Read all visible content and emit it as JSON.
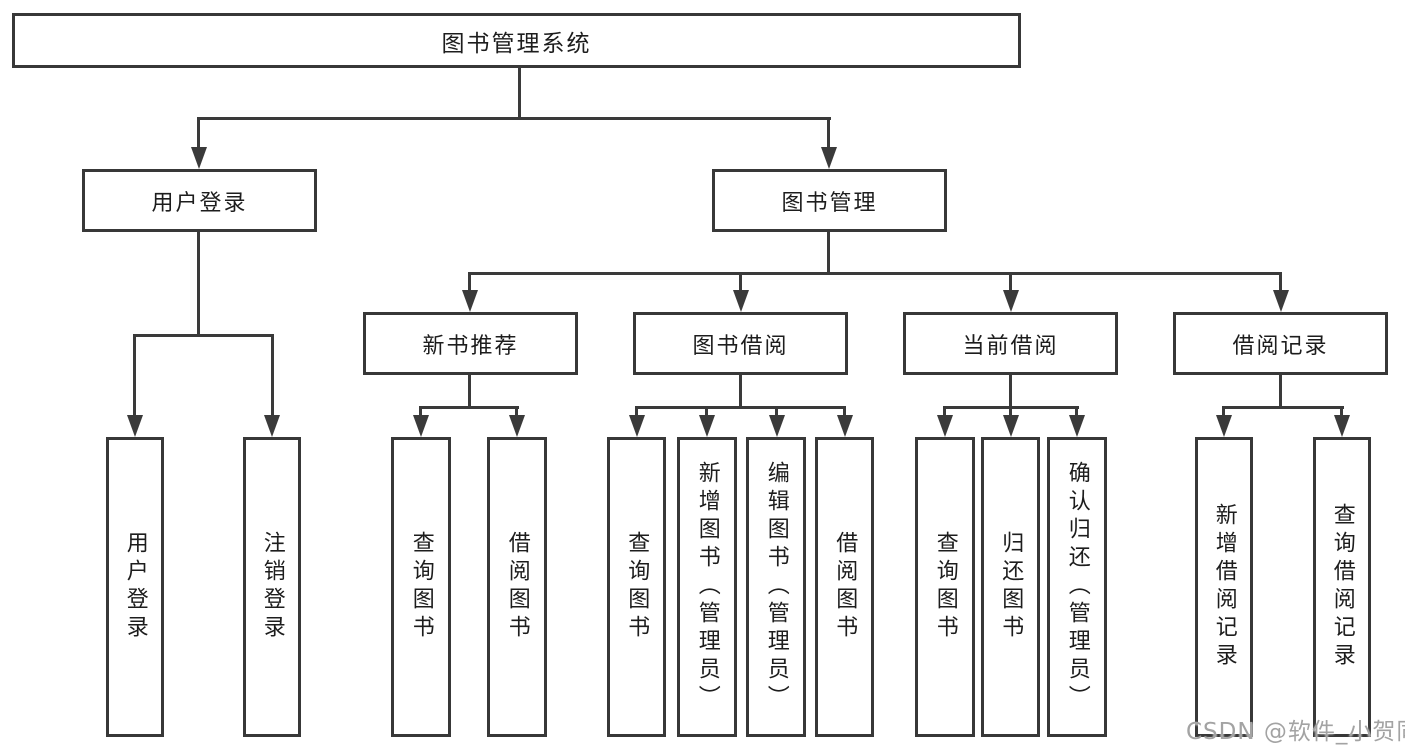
{
  "diagram": {
    "root": {
      "label": "图书管理系统"
    },
    "branches": [
      {
        "label": "用户登录",
        "children": [
          {
            "label": "用户登录"
          },
          {
            "label": "注销登录"
          }
        ]
      },
      {
        "label": "图书管理",
        "children": [
          {
            "label": "新书推荐",
            "children": [
              {
                "label": "查询图书"
              },
              {
                "label": "借阅图书"
              }
            ]
          },
          {
            "label": "图书借阅",
            "children": [
              {
                "label": "查询图书"
              },
              {
                "label": "新增图书（管理员）"
              },
              {
                "label": "编辑图书（管理员）"
              },
              {
                "label": "借阅图书"
              }
            ]
          },
          {
            "label": "当前借阅",
            "children": [
              {
                "label": "查询图书"
              },
              {
                "label": "归还图书"
              },
              {
                "label": "确认归还（管理员）"
              }
            ]
          },
          {
            "label": "借阅记录",
            "children": [
              {
                "label": "新增借阅记录"
              },
              {
                "label": "查询借阅记录"
              }
            ]
          }
        ]
      }
    ],
    "watermark": "CSDN @软件_小贺同学"
  }
}
